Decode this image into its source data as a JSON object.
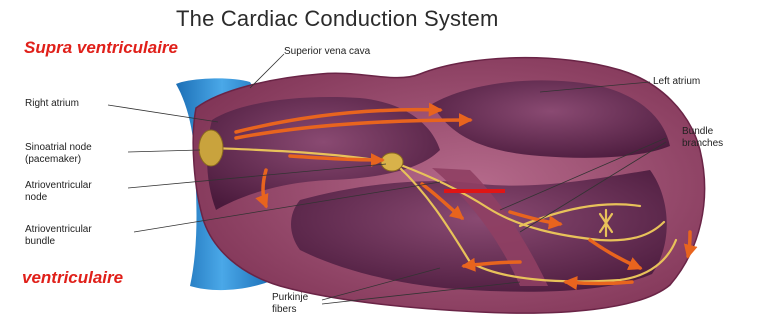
{
  "title": "The Cardiac Conduction System",
  "regions": {
    "supra": "Supra ventriculaire",
    "ventricular": "ventriculaire"
  },
  "labels": {
    "superior_vena_cava": "Superior vena cava",
    "right_atrium": "Right atrium",
    "sa_node_line1": "Sinoatrial node",
    "sa_node_line2": "(pacemaker)",
    "av_node_line1": "Atrioventricular",
    "av_node_line2": "node",
    "av_bundle_line1": "Atrioventricular",
    "av_bundle_line2": "bundle",
    "left_atrium": "Left atrium",
    "bundle_branches_line1": "Bundle",
    "bundle_branches_line2": "branches",
    "purkinje_line1": "Purkinje",
    "purkinje_line2": "fibers"
  },
  "colors": {
    "region_text": "#e0201a",
    "marker": "#e01515",
    "heart_wall": "#8a3a5e",
    "vena_cava": "#2f8fd2",
    "conduction": "#e8c25a",
    "arrows": "#e8641e"
  }
}
